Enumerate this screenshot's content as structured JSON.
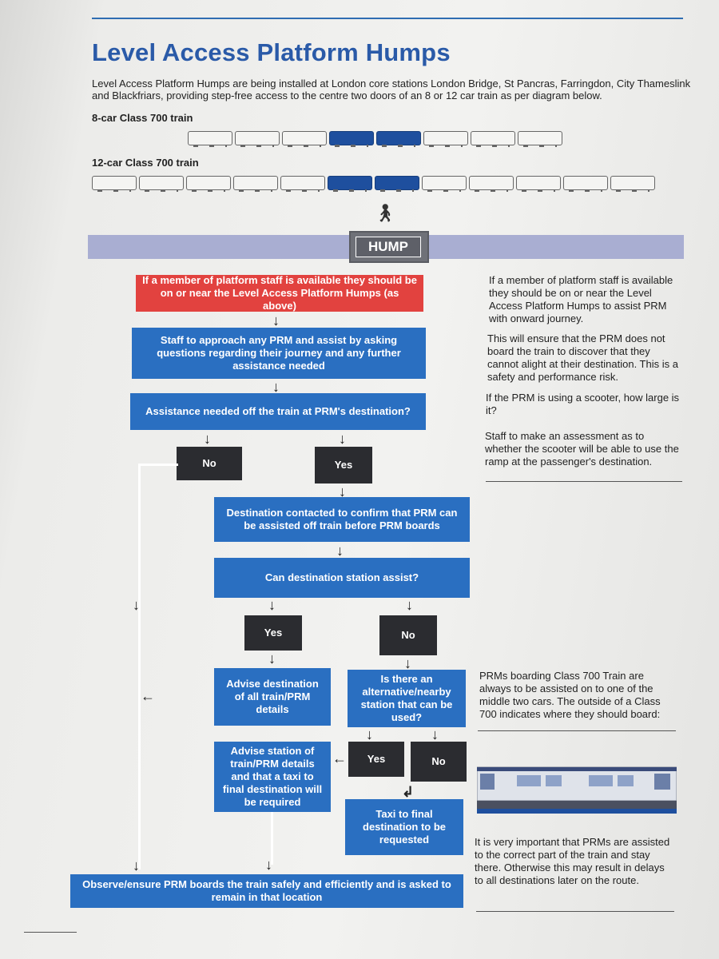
{
  "title": "Level Access Platform Humps",
  "intro": "Level Access Platform Humps are being installed at London core stations London Bridge, St Pancras, Farringdon, City Thameslink and Blackfriars, providing step-free access to the centre two doors of an 8 or 12 car train as per diagram below.",
  "trains": {
    "eight_label": "8-car Class 700 train",
    "twelve_label": "12-car Class 700 train"
  },
  "hump_label": "HUMP",
  "flow": {
    "step1": "If a member of platform staff is available they should be on or near the Level Access Platform Humps (as above)",
    "step2": "Staff to approach any PRM and assist by asking questions regarding their journey and any further assistance needed",
    "q1": "Assistance needed off the train at PRM's destination?",
    "q1_no": "No",
    "q1_yes": "Yes",
    "contact": "Destination contacted to confirm that PRM can be assisted off train before PRM boards",
    "q2": "Can destination station assist?",
    "q2_yes": "Yes",
    "q2_no": "No",
    "advise_dest": "Advise destination of all train/PRM details",
    "q3": "Is there an alternative/nearby station that can be used?",
    "q3_yes": "Yes",
    "q3_no": "No",
    "advise_station": "Advise station of train/PRM details and that a taxi to final destination will be required",
    "taxi": "Taxi to final destination to be requested",
    "final": "Observe/ensure PRM boards the train safely and efficiently and is asked to remain in that location"
  },
  "side_notes": {
    "n1": "If a member of platform staff is available they should be on or near the Level Access Platform Humps to assist PRM with onward journey.",
    "n2": "This will ensure that the PRM does not board the train to discover that they cannot alight at their destination. This is a safety and performance risk.",
    "n3": "If the PRM is using a scooter, how large is it?",
    "n4": "Staff to make an assessment as to whether the scooter will be able to use the ramp at the passenger's destination.",
    "n5": "PRMs boarding Class 700 Train are always to be assisted on to one of the middle two cars. The outside of a Class 700 indicates where they should board:",
    "n6": "It is very important that PRMs are assisted to the correct part of the train and stay there. Otherwise this may result in delays to all destinations later on the route."
  },
  "colors": {
    "title": "#2a5aa8",
    "flow_blue": "#2a6fc1",
    "flow_red": "#e2423f",
    "flow_dark": "#2b2c30",
    "platform": "#a9aed2"
  }
}
